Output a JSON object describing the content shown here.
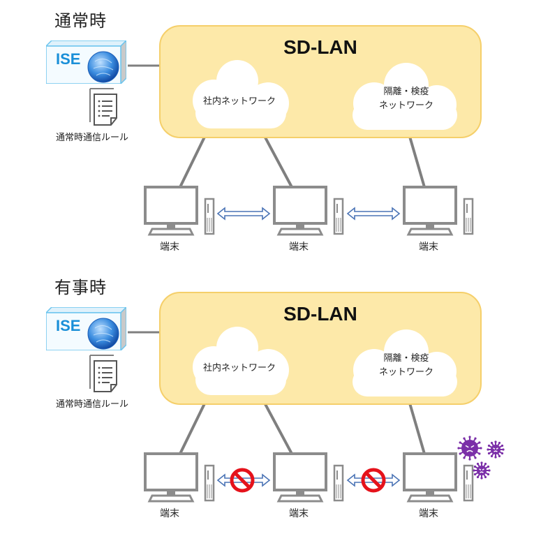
{
  "panels": [
    {
      "id": "normal",
      "title": "通常時",
      "ise_label": "ISE",
      "rule_label": "通常時通信ルール",
      "sdlan_title": "SD-LAN",
      "cloud_internal": "社内ネットワーク",
      "cloud_quarantine_line1": "隔離・検疫",
      "cloud_quarantine_line2": "ネットワーク",
      "terminals": [
        "端末",
        "端末",
        "端末"
      ],
      "links_blocked": [
        false,
        false
      ],
      "infected_terminal": false
    },
    {
      "id": "emergency",
      "title": "有事時",
      "ise_label": "ISE",
      "rule_label": "通常時通信ルール",
      "sdlan_title": "SD-LAN",
      "cloud_internal": "社内ネットワーク",
      "cloud_quarantine_line1": "隔離・検疫",
      "cloud_quarantine_line2": "ネットワーク",
      "terminals": [
        "端末",
        "端末",
        "端末"
      ],
      "links_blocked": [
        true,
        true
      ],
      "infected_terminal": true
    }
  ],
  "colors": {
    "sdlan_fill": "#fde9a9",
    "sdlan_border": "#f5cf6a",
    "ise_text": "#1a8fd8",
    "arrow_blue": "#4a73b5",
    "block_red": "#e5121b",
    "virus_purple": "#7b2fa8",
    "line_gray": "#7f7f7f"
  }
}
